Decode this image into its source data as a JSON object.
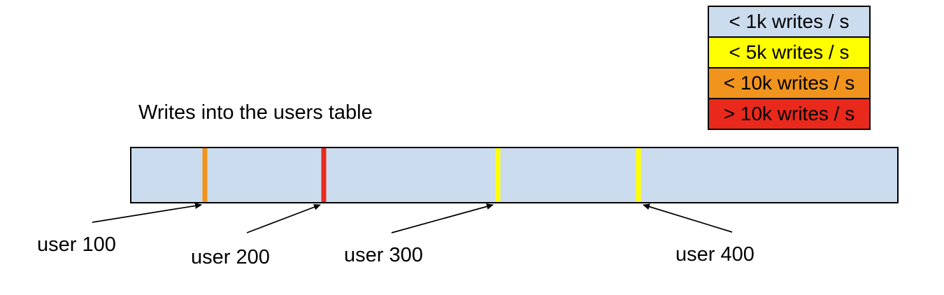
{
  "title": "Writes into the users table",
  "colors": {
    "background": "#ffffff",
    "bar_fill": "#cbdcef",
    "border": "#000000",
    "blue": "#cbdcef",
    "yellow": "#ffff00",
    "orange": "#f0941e",
    "red": "#e8291c"
  },
  "legend": {
    "items": [
      {
        "label": "< 1k writes / s",
        "color": "#cbdcef"
      },
      {
        "label": "< 5k writes / s",
        "color": "#ffff00"
      },
      {
        "label": "< 10k writes / s",
        "color": "#f0941e"
      },
      {
        "label": "> 10k writes / s",
        "color": "#e8291c"
      }
    ]
  },
  "marks": [
    {
      "user": "user 100",
      "color": "#f0941e",
      "writes_category": "< 10k writes / s",
      "x_pct": 9.59
    },
    {
      "user": "user 200",
      "color": "#e8291c",
      "writes_category": "> 10k writes / s",
      "x_pct": 25.11
    },
    {
      "user": "user 300",
      "color": "#ffff00",
      "writes_category": "< 5k writes / s",
      "x_pct": 47.85
    },
    {
      "user": "user 400",
      "color": "#ffff00",
      "writes_category": "< 5k writes / s",
      "x_pct": 66.21
    }
  ]
}
